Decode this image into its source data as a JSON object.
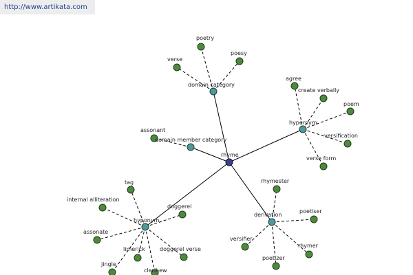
{
  "header": {
    "url": "http://www.artikata.com"
  },
  "graph": {
    "root": {
      "id": "rhyme",
      "label": "rhyme"
    },
    "categories": [
      {
        "id": "domain-category",
        "label": "domain category"
      },
      {
        "id": "domain-member-category",
        "label": "domain member category"
      },
      {
        "id": "hypernym",
        "label": "hypernym"
      },
      {
        "id": "hyponym",
        "label": "hyponym"
      },
      {
        "id": "derivation",
        "label": "derivation"
      }
    ],
    "leaves": [
      {
        "id": "poetry",
        "label": "poetry",
        "parent": "domain-category"
      },
      {
        "id": "poesy",
        "label": "poesy",
        "parent": "domain-category"
      },
      {
        "id": "verse",
        "label": "verse",
        "parent": "domain-category"
      },
      {
        "id": "assonant",
        "label": "assonant",
        "parent": "domain-member-category"
      },
      {
        "id": "agree",
        "label": "agree",
        "parent": "hypernym"
      },
      {
        "id": "create-verbally",
        "label": "create verbally",
        "parent": "hypernym"
      },
      {
        "id": "poem",
        "label": "poem",
        "parent": "hypernym"
      },
      {
        "id": "versification",
        "label": "versification",
        "parent": "hypernym"
      },
      {
        "id": "verse-form",
        "label": "verse form",
        "parent": "hypernym"
      },
      {
        "id": "tag",
        "label": "tag",
        "parent": "hyponym"
      },
      {
        "id": "internal-alliteration",
        "label": "internal alliteration",
        "parent": "hyponym"
      },
      {
        "id": "doggerel",
        "label": "doggerel",
        "parent": "hyponym"
      },
      {
        "id": "assonate",
        "label": "assonate",
        "parent": "hyponym"
      },
      {
        "id": "limerick",
        "label": "limerick",
        "parent": "hyponym"
      },
      {
        "id": "doggerel-verse",
        "label": "doggerel verse",
        "parent": "hyponym"
      },
      {
        "id": "jingle",
        "label": "jingle",
        "parent": "hyponym"
      },
      {
        "id": "clerihew",
        "label": "clerihew",
        "parent": "hyponym"
      },
      {
        "id": "rhymester",
        "label": "rhymester",
        "parent": "derivation"
      },
      {
        "id": "poetiser",
        "label": "poetiser",
        "parent": "derivation"
      },
      {
        "id": "versifier",
        "label": "versifier",
        "parent": "derivation"
      },
      {
        "id": "rhymer",
        "label": "rhymer",
        "parent": "derivation"
      },
      {
        "id": "poetizer",
        "label": "poetizer",
        "parent": "derivation"
      }
    ]
  }
}
